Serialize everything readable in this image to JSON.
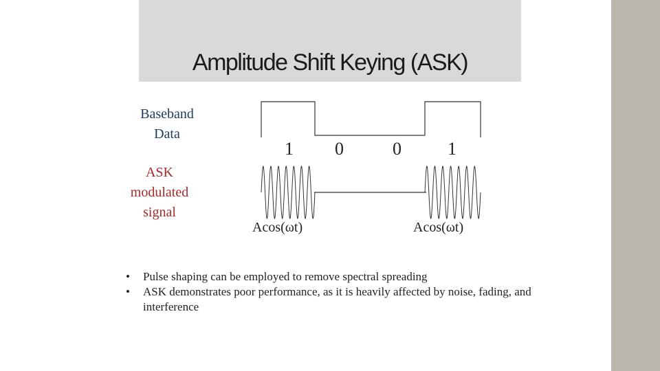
{
  "slide": {
    "title": "Amplitude Shift Keying (ASK)",
    "band_color": "#d9d9d9",
    "side_bar_color": "#bab7ad"
  },
  "labels": {
    "baseband_line1": "Baseband",
    "baseband_line2": "Data",
    "baseband_color": "#1f3a5f",
    "ask_line1": "ASK",
    "ask_line2": "modulated",
    "ask_line3": "signal",
    "ask_color": "#a52a2a"
  },
  "bits": [
    "1",
    "0",
    "0",
    "1"
  ],
  "carrier_labels": [
    "Acos(ωt)",
    "Acos(ωt)"
  ],
  "bullets": [
    "Pulse shaping can be employed to remove spectral spreading",
    "ASK demonstrates poor performance, as it is heavily affected by noise, fading, and interference"
  ]
}
